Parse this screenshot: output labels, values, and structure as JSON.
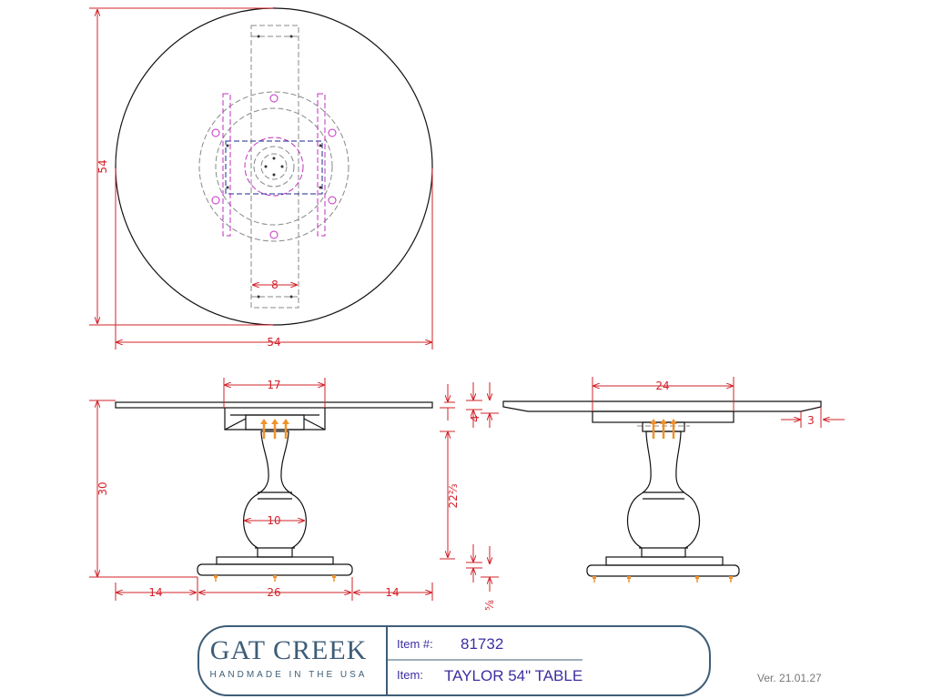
{
  "dimensions": {
    "top_height": "54",
    "top_width": "54",
    "beam_width": "8",
    "front_width_17": "17",
    "side_width_24": "24",
    "apron_4": "4",
    "overhang_3": "3",
    "height_30": "30",
    "pedestal_22": "22⅔",
    "base_span_26": "26",
    "left_14": "14",
    "right_14": "14",
    "column_10": "10",
    "foot_gap": "⅝"
  },
  "title_block": {
    "brand": "GAT CREEK",
    "tagline": "HANDMADE IN THE USA",
    "item_no_label": "Item #:",
    "item_no": "81732",
    "item_label": "Item:",
    "item_name": "TAYLOR 54\" TABLE",
    "version": "Ver. 21.01.27"
  },
  "colors": {
    "dimension": "#d2232a",
    "hidden": "#888888",
    "magenta": "#c22fc2",
    "orange": "#f0922b",
    "logo": "#3e5d77",
    "label": "#3b2fa1"
  }
}
